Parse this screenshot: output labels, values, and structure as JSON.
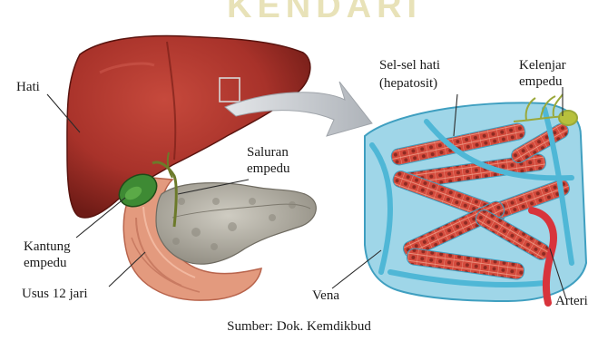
{
  "watermark": "KENDARI",
  "labels": {
    "hati": "Hati",
    "kantung": "Kantung",
    "empedu1": "empedu",
    "usus": "Usus 12 jari",
    "saluran": "Saluran",
    "empedu2": "empedu",
    "sel": "Sel-sel hati",
    "hepatosit": "(hepatosit)",
    "kelenjar": "Kelenjar",
    "empedu3": "empedu",
    "vena": "Vena",
    "arteri": "Arteri"
  },
  "caption": "Sumber: Dok. Kemdikbud",
  "colors": {
    "liver": "#a8322a",
    "pancreas": "#b6b2a6",
    "duodenum": "#e39a7e",
    "gallbladder": "#3e8a34",
    "vessel": "#4fb7d6",
    "hepatocyte": "#d44a3c",
    "artery": "#d8343c",
    "arrow": "#c9cdd2"
  }
}
